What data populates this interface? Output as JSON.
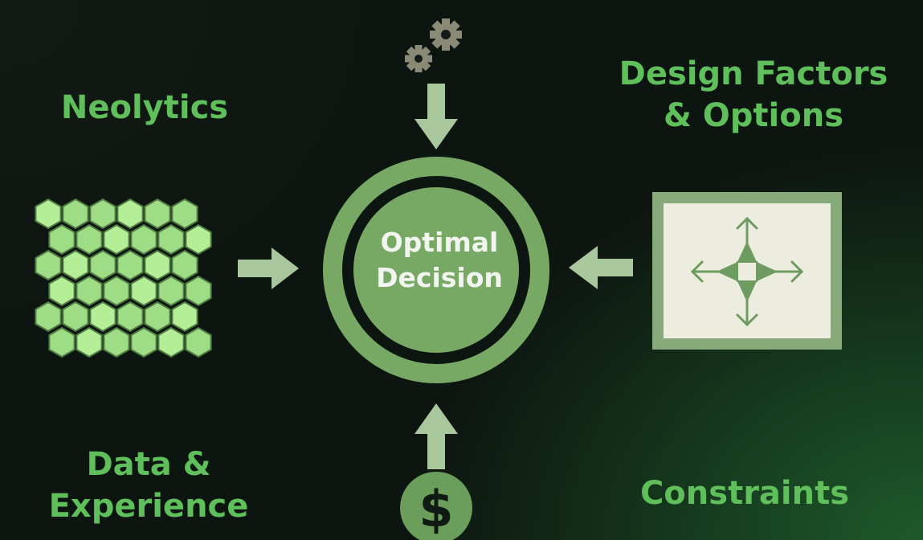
{
  "labels": {
    "top_left": "Neolytics",
    "top_right_line1": "Design Factors",
    "top_right_line2": "& Options",
    "bottom_left_line1": "Data &",
    "bottom_left_line2": "Experience",
    "bottom_right": "Constraints"
  },
  "center": {
    "line1": "Optimal",
    "line2": "Decision"
  },
  "icons": {
    "top": "gears-icon",
    "bottom": "dollar-coin-icon",
    "left": "hexagon-grid-icon",
    "right": "four-way-arrows-icon"
  },
  "colors": {
    "label_green": "#5fbf5a",
    "element_green": "#77a864",
    "hex_light": "#a6e88c",
    "background_dark": "#0d1510",
    "background_glow": "#1e5a2a"
  }
}
